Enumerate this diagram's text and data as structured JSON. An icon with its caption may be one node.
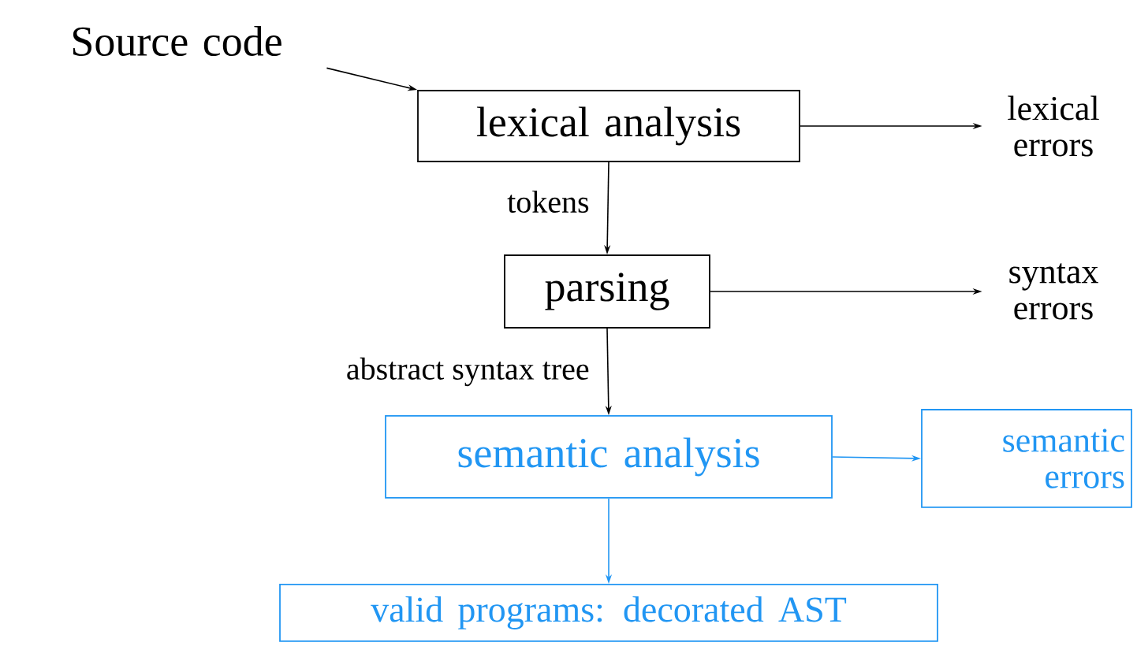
{
  "diagram": {
    "nodes": [
      {
        "text": [
          "Source code"
        ]
      },
      {
        "text": [
          "lexical analysis"
        ]
      },
      {
        "text": [
          "lexical errors"
        ]
      },
      {
        "text": [
          "parsing"
        ]
      },
      {
        "text": [
          "syntax errors"
        ]
      },
      {
        "text": [
          "semantic analysis"
        ]
      },
      {
        "text": [
          "semantic errors"
        ]
      },
      {
        "text": [
          "valid programs: decorated AST"
        ]
      }
    ],
    "edges": [
      {
        "from": 0,
        "to": 1,
        "arrow": "to"
      },
      {
        "from": 1,
        "to": 2,
        "arrow": "to"
      },
      {
        "from": 1,
        "to": 3,
        "arrow": "to",
        "label": "tokens"
      },
      {
        "from": 3,
        "to": 4,
        "arrow": "to"
      },
      {
        "from": 3,
        "to": 5,
        "arrow": "to",
        "label": "abstract syntax tree"
      },
      {
        "from": 5,
        "to": 6,
        "arrow": "to",
        "color": "#2196f3"
      },
      {
        "from": 5,
        "to": 7,
        "arrow": "to",
        "color": "#2196f3"
      }
    ]
  }
}
